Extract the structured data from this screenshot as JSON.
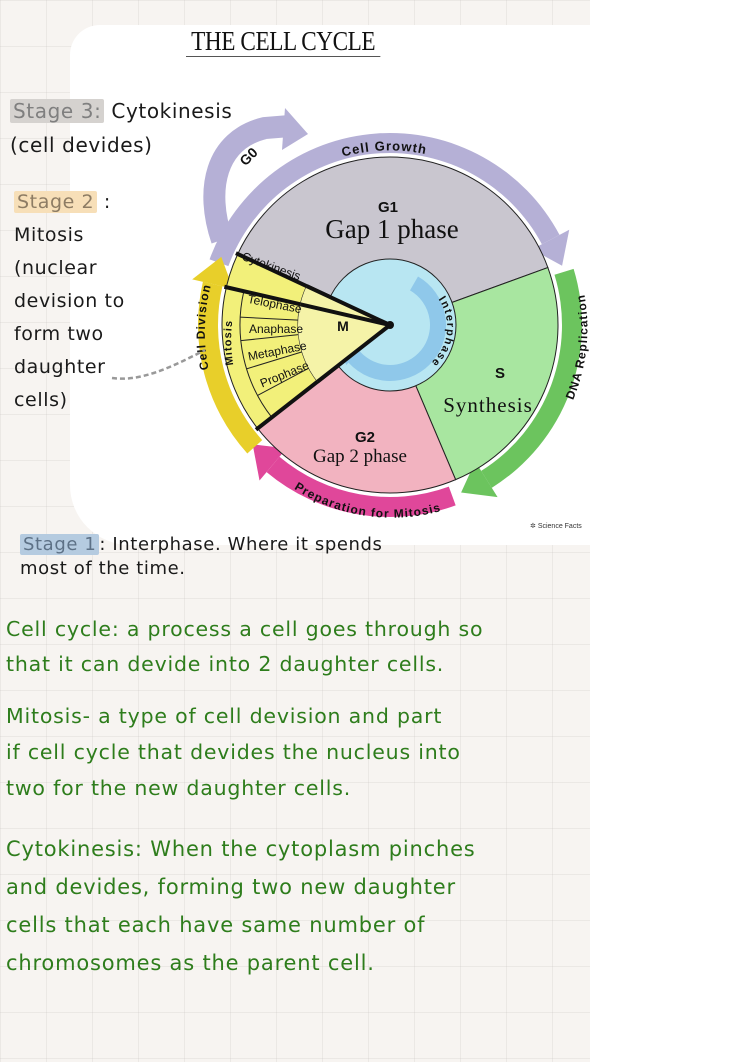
{
  "title": "THE CELL CYCLE",
  "stage3": {
    "label": "Stage 3:",
    "text_line1": " Cytokinesis",
    "text_line2": "(cell devides)"
  },
  "stage2": {
    "label": "Stage 2",
    "colon": " :",
    "lines": [
      "Mitosis",
      "(nuclear",
      "devision to",
      "form two",
      "daughter",
      "cells)"
    ]
  },
  "stage1": {
    "label": "Stage 1",
    "text_line1": ": Interphase. Where it spends",
    "text_line2": "most of the time."
  },
  "diagram": {
    "center_text_g1_code": "G1",
    "center_text_g1_name": "Gap 1 phase",
    "s_code": "S",
    "s_name": "Synthesis",
    "g2_code": "G2",
    "g2_name": "Gap 2 phase",
    "m_code": "M",
    "g0": "G0",
    "interphase": "Interphase",
    "arc_cell_growth": "Cell Growth",
    "arc_dna_replication": "DNA Replication",
    "arc_preparation": "Preparation for Mitosis",
    "arc_cell_division": "Cell Division",
    "mitosis_label": "Mitosis",
    "sub_phases": [
      "Cytokinesis",
      "Telophase",
      "Anaphase",
      "Metaphase",
      "Prophase"
    ],
    "colors": {
      "g1": "#c9c6cf",
      "s": "#a8e6a0",
      "g2": "#f2b3c0",
      "m": "#f2f07a",
      "m_inner": "#f5f3a8",
      "interphase_disc": "#b8e6f2",
      "interphase_arrow": "#8fc8ea",
      "arrow_growth": "#b5b0d6",
      "arrow_dna": "#6cc45e",
      "arrow_prep": "#e0479a",
      "arrow_division": "#e8cf2a"
    }
  },
  "notes": {
    "cell_cycle": [
      "Cell cycle: a process a cell goes through so",
      "that it can devide into 2 daughter cells."
    ],
    "mitosis": [
      "Mitosis- a type of cell devision and part",
      "if cell cycle that devides the nucleus into",
      "two for the new daughter cells."
    ],
    "cytokinesis": [
      "Cytokinesis: When the cytoplasm pinches",
      "and devides, forming two new daughter",
      "cells that each have same number of",
      "chromosomes as the parent cell."
    ]
  },
  "watermark": "Science Facts"
}
